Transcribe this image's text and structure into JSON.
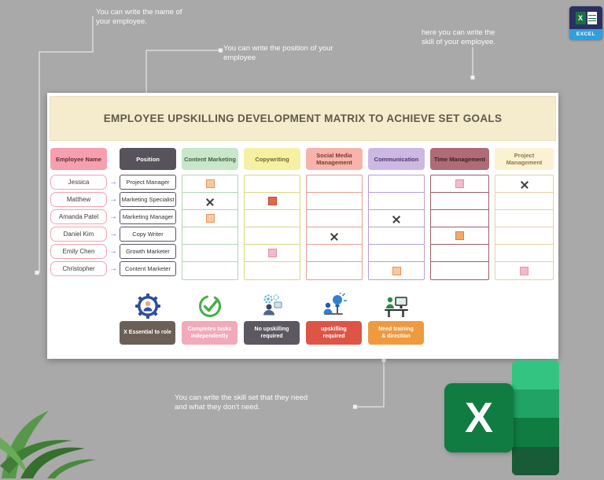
{
  "title": "EMPLOYEE UPSKILLING DEVELOPMENT MATRIX TO ACHIEVE SET GOALS",
  "badge": {
    "label": "EXCEL",
    "x_letter": "X"
  },
  "logo": {
    "x_letter": "X"
  },
  "callouts": {
    "employee_name": "You can write the name of\nyour employee.",
    "position": "You can write the position of your\nemployee",
    "skill": "here you can write the\nskill of your employee.",
    "skillset": "You can write the skill set that they need\nand what they don't need."
  },
  "table": {
    "arrow": "→",
    "name_header": {
      "label": "Employee Name",
      "bg": "#f79fae",
      "fg": "#5c2e38"
    },
    "position_header": {
      "label": "Position",
      "bg": "#57525b",
      "fg": "#ffffff"
    },
    "skill_headers": [
      {
        "label": "Content Marketing",
        "bg": "#c8e6c9",
        "fg": "#41603f",
        "border": "#b5d3b6"
      },
      {
        "label": "Copywriting",
        "bg": "#f6f0a2",
        "fg": "#6f672d",
        "border": "#ddd584"
      },
      {
        "label": "Social Media Management",
        "bg": "#f6b4aa",
        "fg": "#7d3a30",
        "border": "#e2a095"
      },
      {
        "label": "Communication",
        "bg": "#cdb8e4",
        "fg": "#4c3769",
        "border": "#b5a0d2"
      },
      {
        "label": "Time Management",
        "bg": "#af6c76",
        "fg": "#3c2025",
        "border": "#9c5f68"
      },
      {
        "label": "Project Management",
        "bg": "#fbf1d3",
        "fg": "#8b7b46",
        "border": "#e4d3a2"
      }
    ],
    "employees": [
      {
        "name": "Jessica",
        "position": "Project Manager",
        "marks": [
          "peach",
          "",
          "",
          "",
          "pink",
          "x"
        ]
      },
      {
        "name": "Matthew",
        "position": "Marketing Specialist",
        "marks": [
          "x",
          "red",
          "",
          "",
          "",
          ""
        ]
      },
      {
        "name": "Amanda Patel",
        "position": "Marketing Manager",
        "marks": [
          "peach",
          "",
          "",
          "x",
          "",
          ""
        ]
      },
      {
        "name": "Daniel Kim",
        "position": "Copy Writer",
        "marks": [
          "",
          "",
          "x",
          "",
          "orange",
          ""
        ]
      },
      {
        "name": "Emily Chen",
        "position": "Growth Marketer",
        "marks": [
          "",
          "pink",
          "",
          "",
          "",
          ""
        ]
      },
      {
        "name": "Christopher",
        "position": "Content Marketer",
        "marks": [
          "",
          "",
          "",
          "peach",
          "",
          "pink"
        ]
      }
    ]
  },
  "marks": {
    "peach": {
      "fill": "#f8c9a0",
      "border": "#e5945c"
    },
    "orange": {
      "fill": "#f4a967",
      "border": "#da8436"
    },
    "red": {
      "fill": "#e0664a",
      "border": "#c24a2d"
    },
    "pink": {
      "fill": "#f5b9ca",
      "border": "#e293ad"
    }
  },
  "legend": [
    {
      "icon": "gear-person-icon",
      "label": "X Essential to role",
      "bg": "#6b6057"
    },
    {
      "icon": "check-icon",
      "label": "Completes tasks\nindependently",
      "bg": "#f2a9b9"
    },
    {
      "icon": "person-gears-icon",
      "label": "No upskilling\nrequired",
      "bg": "#5c5761"
    },
    {
      "icon": "bulb-person-icon",
      "label": "upskilling\nrequired",
      "bg": "#de5445"
    },
    {
      "icon": "training-icon",
      "label": "Need training\n& direction",
      "bg": "#f09a3f"
    }
  ]
}
